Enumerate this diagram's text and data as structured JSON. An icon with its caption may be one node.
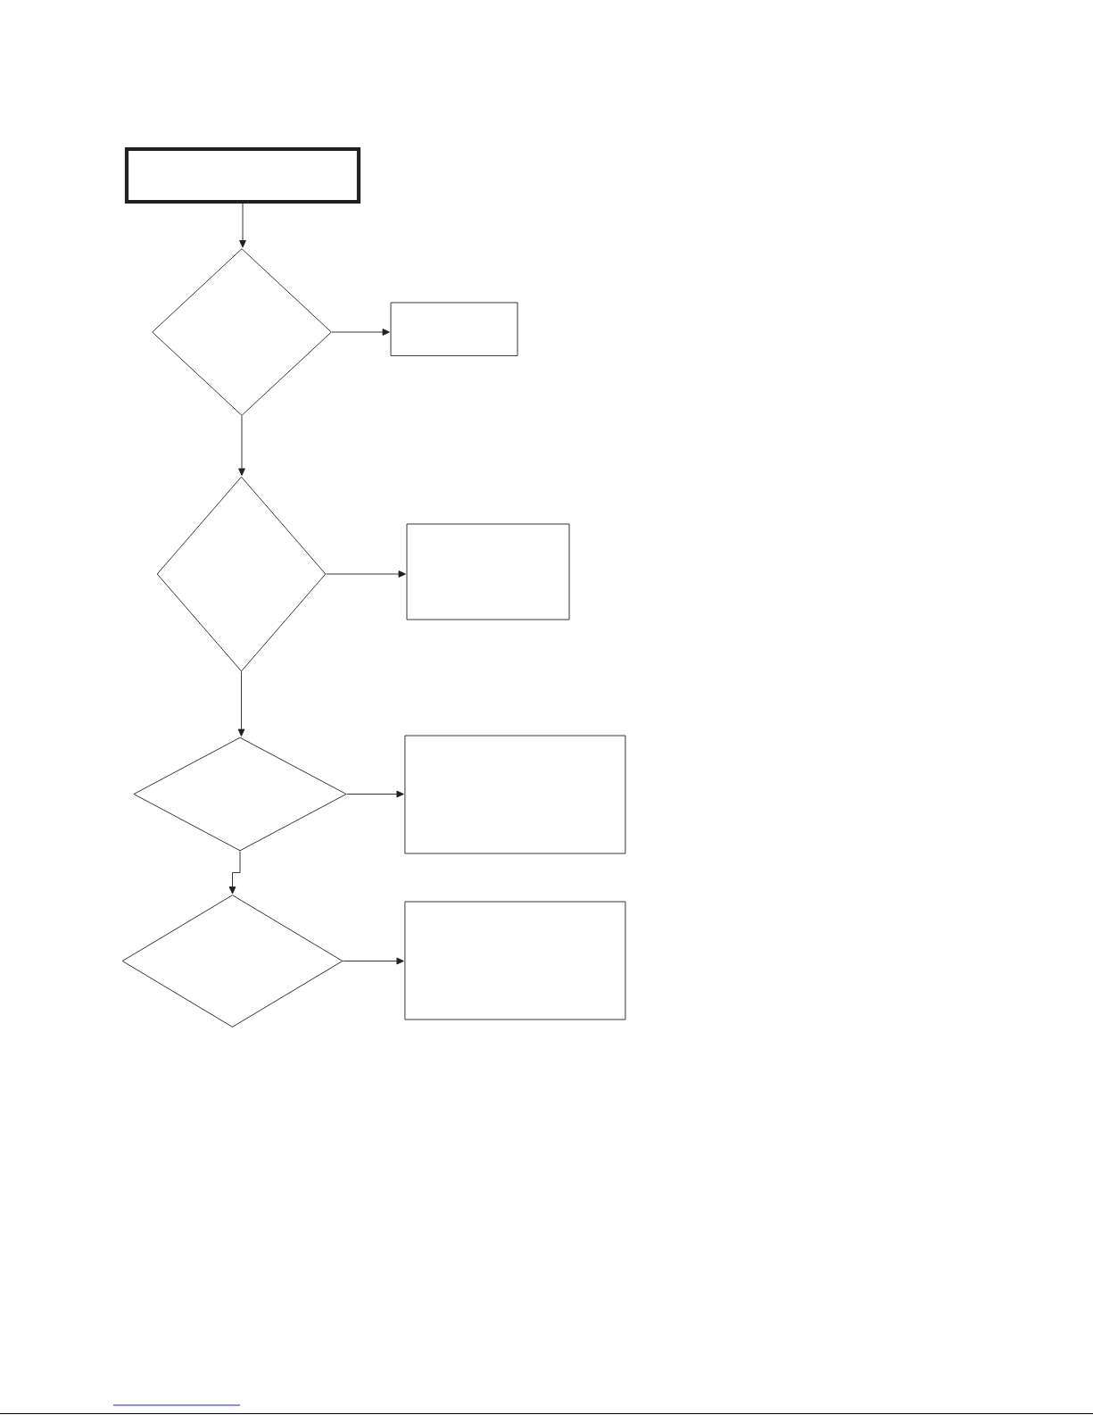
{
  "diagram": {
    "nodes": [
      {
        "text": [],
        "shape": "box"
      },
      {
        "text": [],
        "shape": "diamond"
      },
      {
        "text": [],
        "shape": "box"
      },
      {
        "text": [],
        "shape": "diamond"
      },
      {
        "text": [],
        "shape": "box"
      },
      {
        "text": [],
        "shape": "diamond"
      },
      {
        "text": [],
        "shape": "box"
      },
      {
        "text": [],
        "shape": "diamond"
      },
      {
        "text": [],
        "shape": "box"
      }
    ],
    "edges": [
      {
        "from": 0,
        "to": 1,
        "arrow": "to"
      },
      {
        "from": 1,
        "to": 2,
        "arrow": "to"
      },
      {
        "from": 1,
        "to": 3,
        "arrow": "to"
      },
      {
        "from": 3,
        "to": 4,
        "arrow": "to"
      },
      {
        "from": 3,
        "to": 5,
        "arrow": "to"
      },
      {
        "from": 5,
        "to": 6,
        "arrow": "to"
      },
      {
        "from": 5,
        "to": 7,
        "arrow": "to"
      },
      {
        "from": 7,
        "to": 8,
        "arrow": "to"
      }
    ]
  }
}
